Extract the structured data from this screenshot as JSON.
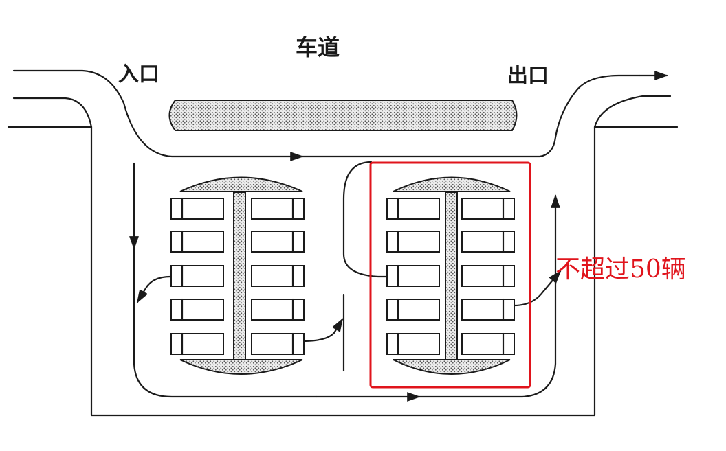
{
  "labels": {
    "roadway": "车道",
    "entrance": "入口",
    "exit": "出口",
    "note": "不超过50辆"
  },
  "colors": {
    "line": "#1a1a1a",
    "highlight": "#e0141c",
    "fill_dotted": "#c9c9c9"
  },
  "icons": {
    "arrow": "arrowhead"
  }
}
